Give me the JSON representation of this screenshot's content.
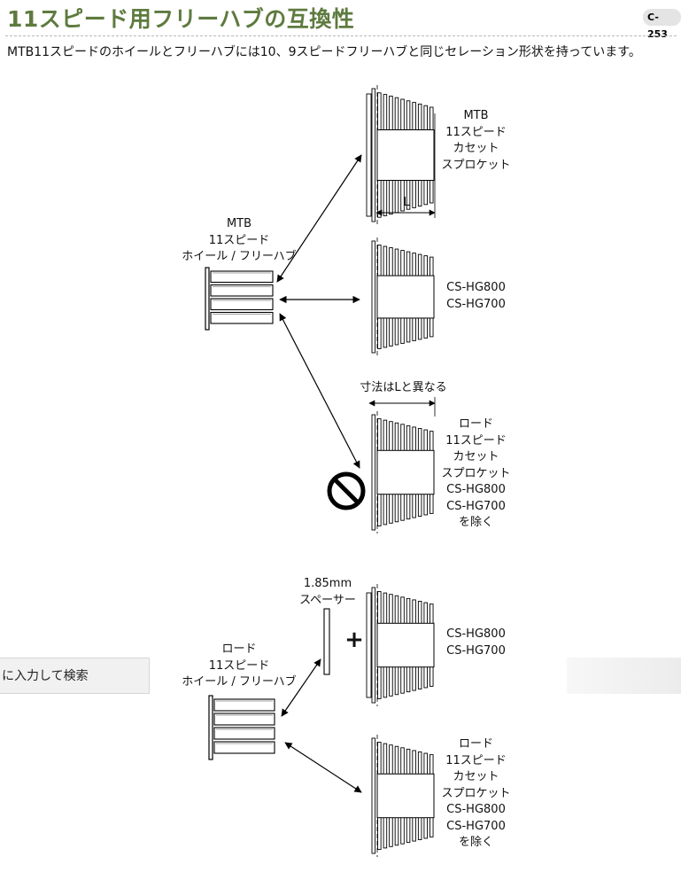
{
  "header": {
    "title": "11スピード用フリーハブの互換性",
    "code": "C-253"
  },
  "intro": "MTB11スピードのホイールとフリーハブには10、9スピードフリーハブと同じセレーション形状を持っています。",
  "diagram1": {
    "hub_label": [
      "MTB",
      "11スピード",
      "ホイール / フリーハブ"
    ],
    "cassette_a_label": [
      "MTB",
      "11スピード",
      "カセット",
      "スプロケット"
    ],
    "length_symbol": "L",
    "cassette_b_label": [
      "CS-HG800",
      "CS-HG700"
    ],
    "dimension_note": "寸法はLと異なる",
    "cassette_c_label": [
      "ロード",
      "11スピード",
      "カセット",
      "スプロケット",
      "CS-HG800",
      "CS-HG700",
      "を除く"
    ]
  },
  "diagram2": {
    "spacer_label": [
      "1.85mm",
      "スペーサー"
    ],
    "plus_sign": "+",
    "cassette_a_label": [
      "CS-HG800",
      "CS-HG700"
    ],
    "hub_label": [
      "ロード",
      "11スピード",
      "ホイール / フリーハブ"
    ],
    "cassette_b_label": [
      "ロード",
      "11スピード",
      "カセット",
      "スプロケット",
      "CS-HG800",
      "CS-HG700",
      "を除く"
    ]
  },
  "search": {
    "partial_text": "に入力して検索"
  }
}
